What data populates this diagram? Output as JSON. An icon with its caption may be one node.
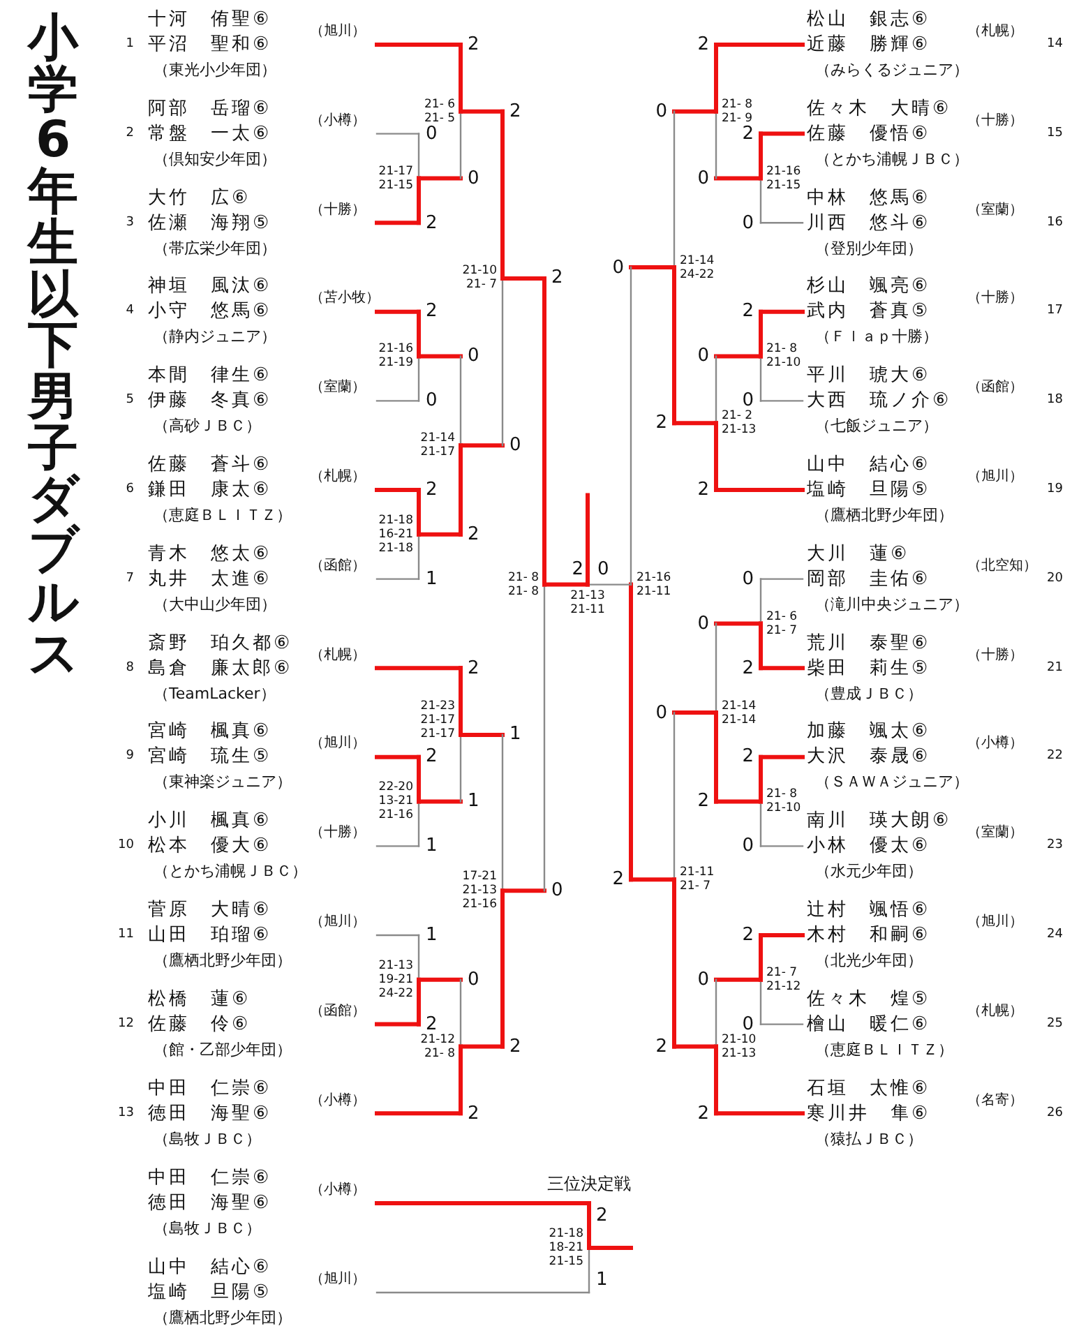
{
  "diagram": {
    "title": "小学6年生以下男子ダブルス",
    "labels": [
      "1",
      "十河　侑聖⑥",
      "平沼　聖和⑥",
      "（東光小少年団）",
      "（旭川）",
      "2",
      "阿部　岳瑠⑥",
      "常盤　一太⑥",
      "（倶知安少年団）",
      "（小樽）",
      "3",
      "大竹　広⑥",
      "佐瀬　海翔⑤",
      "（帯広栄少年団）",
      "（十勝）",
      "4",
      "神垣　風汰⑥",
      "小守　悠馬⑥",
      "（静内ジュニア）",
      "（苫小牧）",
      "5",
      "本間　律生⑥",
      "伊藤　冬真⑥",
      "（高砂ＪＢＣ）",
      "（室蘭）",
      "6",
      "佐藤　蒼斗⑥",
      "鎌田　康太⑥",
      "（恵庭ＢＬＩＴＺ）",
      "（札幌）",
      "7",
      "青木　悠太⑥",
      "丸井　太進⑥",
      "（大中山少年団）",
      "（函館）",
      "8",
      "斎野　珀久都⑥",
      "島倉　廉太郎⑥",
      "（TeamLacker）",
      "（札幌）",
      "9",
      "宮崎　楓真⑥",
      "宮崎　琉生⑤",
      "（東神楽ジュニア）",
      "（旭川）",
      "10",
      "小川　楓真⑥",
      "松本　優大⑥",
      "（とかち浦幌ＪＢＣ）",
      "（十勝）",
      "11",
      "菅原　大晴⑥",
      "山田　珀瑠⑥",
      "（鷹栖北野少年団）",
      "（旭川）",
      "12",
      "松橋　蓮⑥",
      "佐藤　伶⑥",
      "（館・乙部少年団）",
      "（函館）",
      "13",
      "中田　仁崇⑥",
      "徳田　海聖⑥",
      "（島牧ＪＢＣ）",
      "（小樽）",
      "14",
      "松山　銀志⑥",
      "近藤　勝輝⑥",
      "（みらくるジュニア）",
      "（札幌）",
      "15",
      "佐々木　大晴⑥",
      "佐藤　優悟⑥",
      "（とかち浦幌ＪＢＣ）",
      "（十勝）",
      "16",
      "中林　悠馬⑥",
      "川西　悠斗⑥",
      "（登別少年団）",
      "（室蘭）",
      "17",
      "杉山　颯亮⑥",
      "武内　蒼真⑤",
      "（Ｆｌａｐ十勝）",
      "（十勝）",
      "18",
      "平川　琥大⑥",
      "大西　琉ノ介⑥",
      "（七飯ジュニア）",
      "（函館）",
      "19",
      "山中　結心⑥",
      "塩崎　旦陽⑤",
      "（鷹栖北野少年団）",
      "（旭川）",
      "20",
      "大川　蓮⑥",
      "岡部　圭佑⑥",
      "（滝川中央ジュニア）",
      "（北空知）",
      "21",
      "荒川　泰聖⑥",
      "柴田　莉生⑤",
      "（豊成ＪＢＣ）",
      "（十勝）",
      "22",
      "加藤　颯太⑥",
      "大沢　泰晟⑥",
      "（ＳＡＷＡジュニア）",
      "（小樽）",
      "23",
      "南川　瑛大朗⑥",
      "小林　優太⑥",
      "（水元少年団）",
      "（室蘭）",
      "24",
      "辻村　颯悟⑥",
      "木村　和嗣⑥",
      "（北光少年団）",
      "（旭川）",
      "25",
      "佐々木　煌⑤",
      "檜山　暖仁⑥",
      "（恵庭ＢＬＩＴＺ）",
      "（札幌）",
      "26",
      "石垣　太惟⑥",
      "寒川井　隼⑥",
      "（猿払ＪＢＣ）",
      "（名寄）",
      "中田　仁崇⑥",
      "徳田　海聖⑥",
      "（島牧ＪＢＣ）",
      "（小樽）",
      "山中　結心⑥",
      "塩崎　旦陽⑤",
      "（鷹栖北野少年団）",
      "（旭川）",
      "0",
      "2",
      "21-17",
      "21-15",
      "2",
      "0",
      "21- 6",
      "21- 5",
      "2",
      "0",
      "21-16",
      "21-19",
      "2",
      "1",
      "21-18",
      "16-21",
      "21-18",
      "0",
      "2",
      "21-14",
      "21-17",
      "2",
      "0",
      "21-10",
      "21- 7",
      "2",
      "1",
      "22-20",
      "13-21",
      "21-16",
      "2",
      "1",
      "21-23",
      "21-17",
      "21-17",
      "1",
      "2",
      "21-13",
      "19-21",
      "24-22",
      "0",
      "2",
      "21-12",
      "21- 8",
      "1",
      "2",
      "17-21",
      "21-13",
      "21-16",
      "2",
      "0",
      "21- 8",
      "21- 8",
      "2",
      "0",
      "21-16",
      "21-15",
      "2",
      "0",
      "21- 8",
      "21- 9",
      "2",
      "0",
      "21- 8",
      "21-10",
      "0",
      "2",
      "21- 2",
      "21-13",
      "0",
      "2",
      "21-14",
      "24-22",
      "0",
      "2",
      "21- 6",
      "21- 7",
      "2",
      "0",
      "21- 8",
      "21-10",
      "0",
      "2",
      "21-14",
      "21-14",
      "2",
      "0",
      "21- 7",
      "21-12",
      "0",
      "2",
      "21-10",
      "21-13",
      "0",
      "2",
      "21-11",
      "21- 7",
      "0",
      "2",
      "21-16",
      "21-11",
      "2",
      "0",
      "21-13",
      "21-11",
      "三位決定戦",
      "2",
      "1",
      "21-18",
      "18-21",
      "21-15"
    ]
  }
}
